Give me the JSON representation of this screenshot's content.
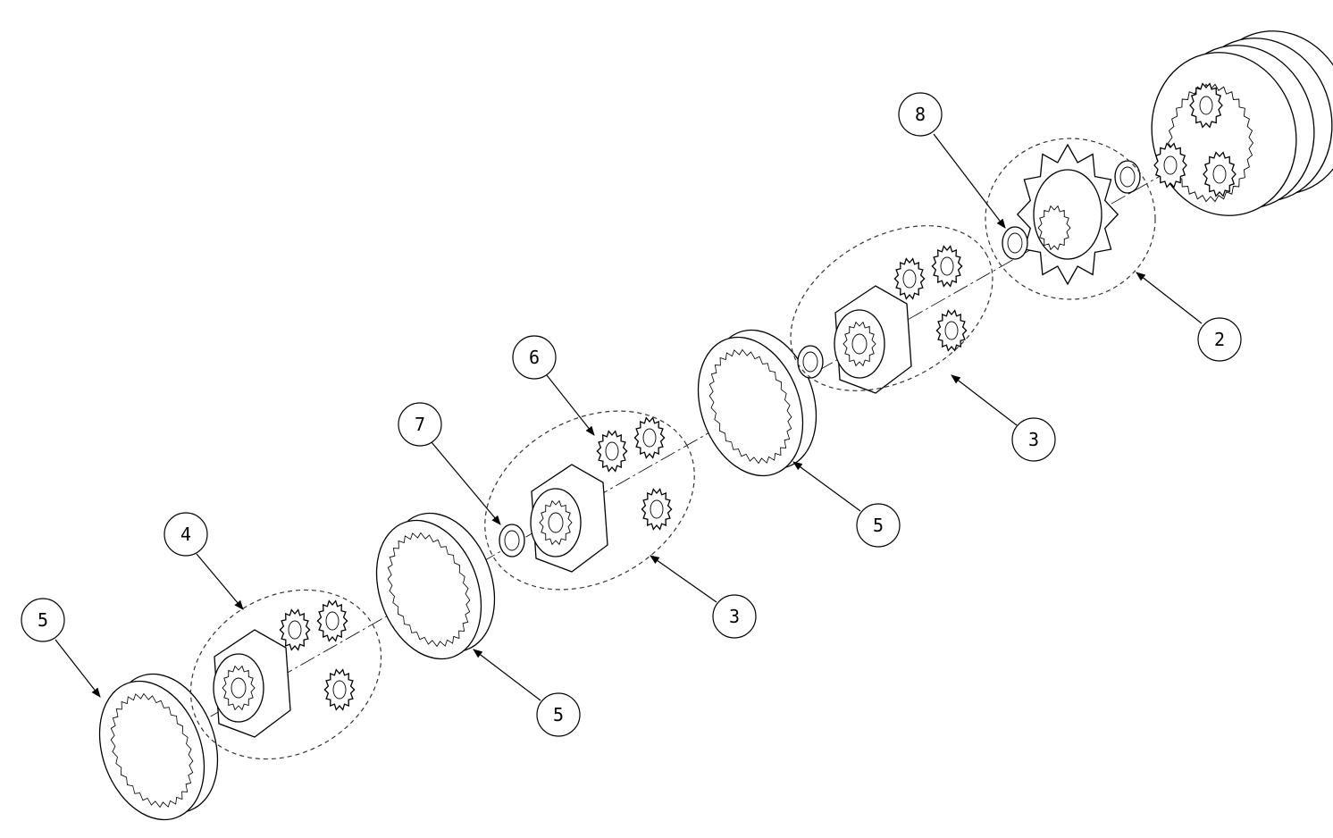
{
  "diagram": {
    "title": "Planetary gearbox exploded view",
    "callouts": [
      {
        "id": "c8",
        "label": "8"
      },
      {
        "id": "c2",
        "label": "2"
      },
      {
        "id": "c3a",
        "label": "3"
      },
      {
        "id": "c6",
        "label": "6"
      },
      {
        "id": "c7",
        "label": "7"
      },
      {
        "id": "c5a",
        "label": "5"
      },
      {
        "id": "c3b",
        "label": "3"
      },
      {
        "id": "c4",
        "label": "4"
      },
      {
        "id": "c5b",
        "label": "5"
      },
      {
        "id": "c5c",
        "label": "5"
      }
    ]
  }
}
